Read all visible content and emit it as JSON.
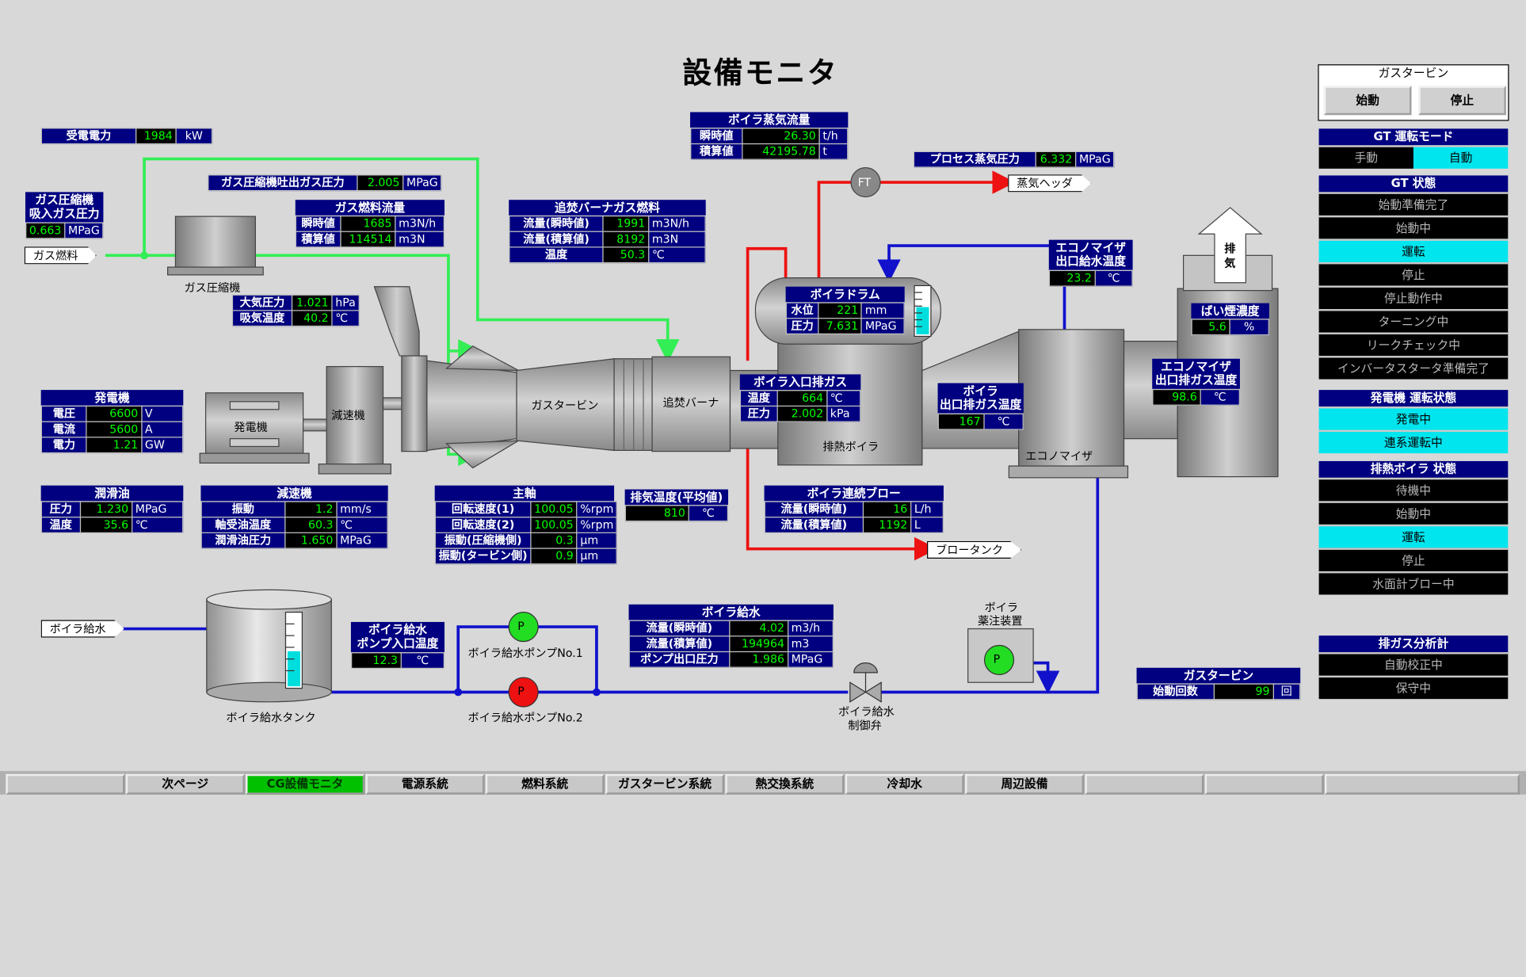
{
  "title": "設備モニタ",
  "juden": {
    "label": "受電電力",
    "value": "1984",
    "unit": "kW"
  },
  "gas_comp_inlet": {
    "label1": "ガス圧縮機",
    "label2": "吸入ガス圧力",
    "value": "0.663",
    "unit": "MPaG"
  },
  "gas_comp_outlet": {
    "label": "ガス圧縮機吐出ガス圧力",
    "value": "2.005",
    "unit": "MPaG"
  },
  "gas_fuel_flow": {
    "header": "ガス燃料流量",
    "rows": [
      {
        "label": "瞬時値",
        "value": "1685",
        "unit": "m3N/h"
      },
      {
        "label": "積算値",
        "value": "114514",
        "unit": "m3N"
      }
    ]
  },
  "boiler_steam": {
    "header": "ボイラ蒸気流量",
    "rows": [
      {
        "label": "瞬時値",
        "value": "26.30",
        "unit": "t/h"
      },
      {
        "label": "積算値",
        "value": "42195.78",
        "unit": "t"
      }
    ]
  },
  "process_steam": {
    "label": "プロセス蒸気圧力",
    "value": "6.332",
    "unit": "MPaG"
  },
  "oidaki_fuel": {
    "header": "追焚バーナガス燃料",
    "rows": [
      {
        "label": "流量(瞬時値)",
        "value": "1991",
        "unit": "m3N/h"
      },
      {
        "label": "流量(積算値)",
        "value": "8192",
        "unit": "m3N"
      },
      {
        "label": "温度",
        "value": "50.3",
        "unit": "℃"
      }
    ]
  },
  "atmos": {
    "rows": [
      {
        "label": "大気圧力",
        "value": "1.021",
        "unit": "hPa"
      },
      {
        "label": "吸気温度",
        "value": "40.2",
        "unit": "℃"
      }
    ]
  },
  "boiler_drum": {
    "header": "ボイラドラム",
    "rows": [
      {
        "label": "水位",
        "value": "221",
        "unit": "mm"
      },
      {
        "label": "圧力",
        "value": "7.631",
        "unit": "MPaG"
      }
    ]
  },
  "econ_out_water": {
    "label1": "エコノマイザ",
    "label2": "出口給水温度",
    "value": "23.2",
    "unit": "℃"
  },
  "smoke": {
    "label": "ばい煙濃度",
    "value": "5.6",
    "unit": "%"
  },
  "econ_out_gas": {
    "label1": "エコノマイザ",
    "label2": "出口排ガス温度",
    "value": "98.6",
    "unit": "℃"
  },
  "boiler_in_gas": {
    "header": "ボイラ入口排ガス",
    "rows": [
      {
        "label": "温度",
        "value": "664",
        "unit": "℃"
      },
      {
        "label": "圧力",
        "value": "2.002",
        "unit": "kPa"
      }
    ]
  },
  "boiler_out_gas": {
    "label1": "ボイラ",
    "label2": "出口排ガス温度",
    "value": "167",
    "unit": "℃"
  },
  "generator": {
    "header": "発電機",
    "rows": [
      {
        "label": "電圧",
        "value": "6600",
        "unit": "V"
      },
      {
        "label": "電流",
        "value": "5600",
        "unit": "A"
      },
      {
        "label": "電力",
        "value": "1.21",
        "unit": "GW"
      }
    ]
  },
  "lube": {
    "header": "潤滑油",
    "rows": [
      {
        "label": "圧力",
        "value": "1.230",
        "unit": "MPaG"
      },
      {
        "label": "温度",
        "value": "35.6",
        "unit": "℃"
      }
    ]
  },
  "reducer": {
    "header": "減速機",
    "rows": [
      {
        "label": "振動",
        "value": "1.2",
        "unit": "mm/s"
      },
      {
        "label": "軸受油温度",
        "value": "60.3",
        "unit": "℃"
      },
      {
        "label": "潤滑油圧力",
        "value": "1.650",
        "unit": "MPaG"
      }
    ]
  },
  "shaft": {
    "header": "主軸",
    "rows": [
      {
        "label": "回転速度(1)",
        "value": "100.05",
        "unit": "%rpm"
      },
      {
        "label": "回転速度(2)",
        "value": "100.05",
        "unit": "%rpm"
      },
      {
        "label": "振動(圧縮機側)",
        "value": "0.3",
        "unit": "μm"
      },
      {
        "label": "振動(タービン側)",
        "value": "0.9",
        "unit": "μm"
      }
    ]
  },
  "exhaust_temp": {
    "header": "排気温度(平均値)",
    "value": "810",
    "unit": "℃"
  },
  "blow": {
    "header": "ボイラ連続ブロー",
    "rows": [
      {
        "label": "流量(瞬時値)",
        "value": "16",
        "unit": "L/h"
      },
      {
        "label": "流量(積算値)",
        "value": "1192",
        "unit": "L"
      }
    ]
  },
  "feed_pump_inlet": {
    "label1": "ボイラ給水",
    "label2": "ポンプ入口温度",
    "value": "12.3",
    "unit": "℃"
  },
  "feed_water": {
    "header": "ボイラ給水",
    "rows": [
      {
        "label": "流量(瞬時値)",
        "value": "4.02",
        "unit": "m3/h"
      },
      {
        "label": "流量(積算値)",
        "value": "194964",
        "unit": "m3"
      },
      {
        "label": "ポンプ出口圧力",
        "value": "1.986",
        "unit": "MPaG"
      }
    ]
  },
  "gt_starts": {
    "header": "ガスタービン",
    "label": "始動回数",
    "value": "99",
    "unit": "回"
  },
  "equipment": {
    "gas_compressor": "ガス圧縮機",
    "generator": "発電機",
    "reducer": "減速機",
    "gas_turbine": "ガスタービン",
    "burner": "追焚バーナ",
    "hrsg": "排熱ボイラ",
    "economizer": "エコノマイザ",
    "exhaust1": "排",
    "exhaust2": "気",
    "tank": "ボイラ給水タンク",
    "pump1": "ボイラ給水ポンプNo.1",
    "pump2": "ボイラ給水ポンプNo.2",
    "valve1": "ボイラ給水",
    "valve2": "制御弁",
    "chem1": "ボイラ",
    "chem2": "薬注装置",
    "p": "P",
    "ft": "FT",
    "gas_fuel": "ガス燃料",
    "feed_in": "ボイラ給水",
    "steam_header": "蒸気ヘッダ",
    "blow_tank": "ブロータンク"
  },
  "gt_control": {
    "title": "ガスタービン",
    "start": "始動",
    "stop": "停止"
  },
  "gt_mode": {
    "header": "GT 運転モード",
    "manual": "手動",
    "auto": "自動"
  },
  "gt_state": {
    "header": "GT 状態",
    "items": [
      "始動準備完了",
      "始動中",
      "運転",
      "停止",
      "停止動作中",
      "ターニング中",
      "リークチェック中",
      "インバータスタータ準備完了"
    ],
    "active": 2
  },
  "gen_state": {
    "header": "発電機 運転状態",
    "items": [
      "発電中",
      "連系運転中"
    ]
  },
  "hrsg_state": {
    "header": "排熱ボイラ 状態",
    "items": [
      "待機中",
      "始動中",
      "運転",
      "停止",
      "水面計ブロー中"
    ],
    "active": 2
  },
  "gas_analyzer": {
    "header": "排ガス分析計",
    "items": [
      "自動校正中",
      "保守中"
    ]
  },
  "nav": {
    "items": [
      "",
      "次ページ",
      "CG設備モニタ",
      "電源系統",
      "燃料系統",
      "ガスタービン系統",
      "熱交換系統",
      "冷却水",
      "周辺設備",
      "",
      "",
      ""
    ],
    "active": 2
  },
  "colors": {
    "panel": "#000080",
    "value": "#00ff00",
    "gas": "#33ee55",
    "steam": "#ee1111",
    "water": "#1111cc",
    "active": "#00e5ee"
  }
}
